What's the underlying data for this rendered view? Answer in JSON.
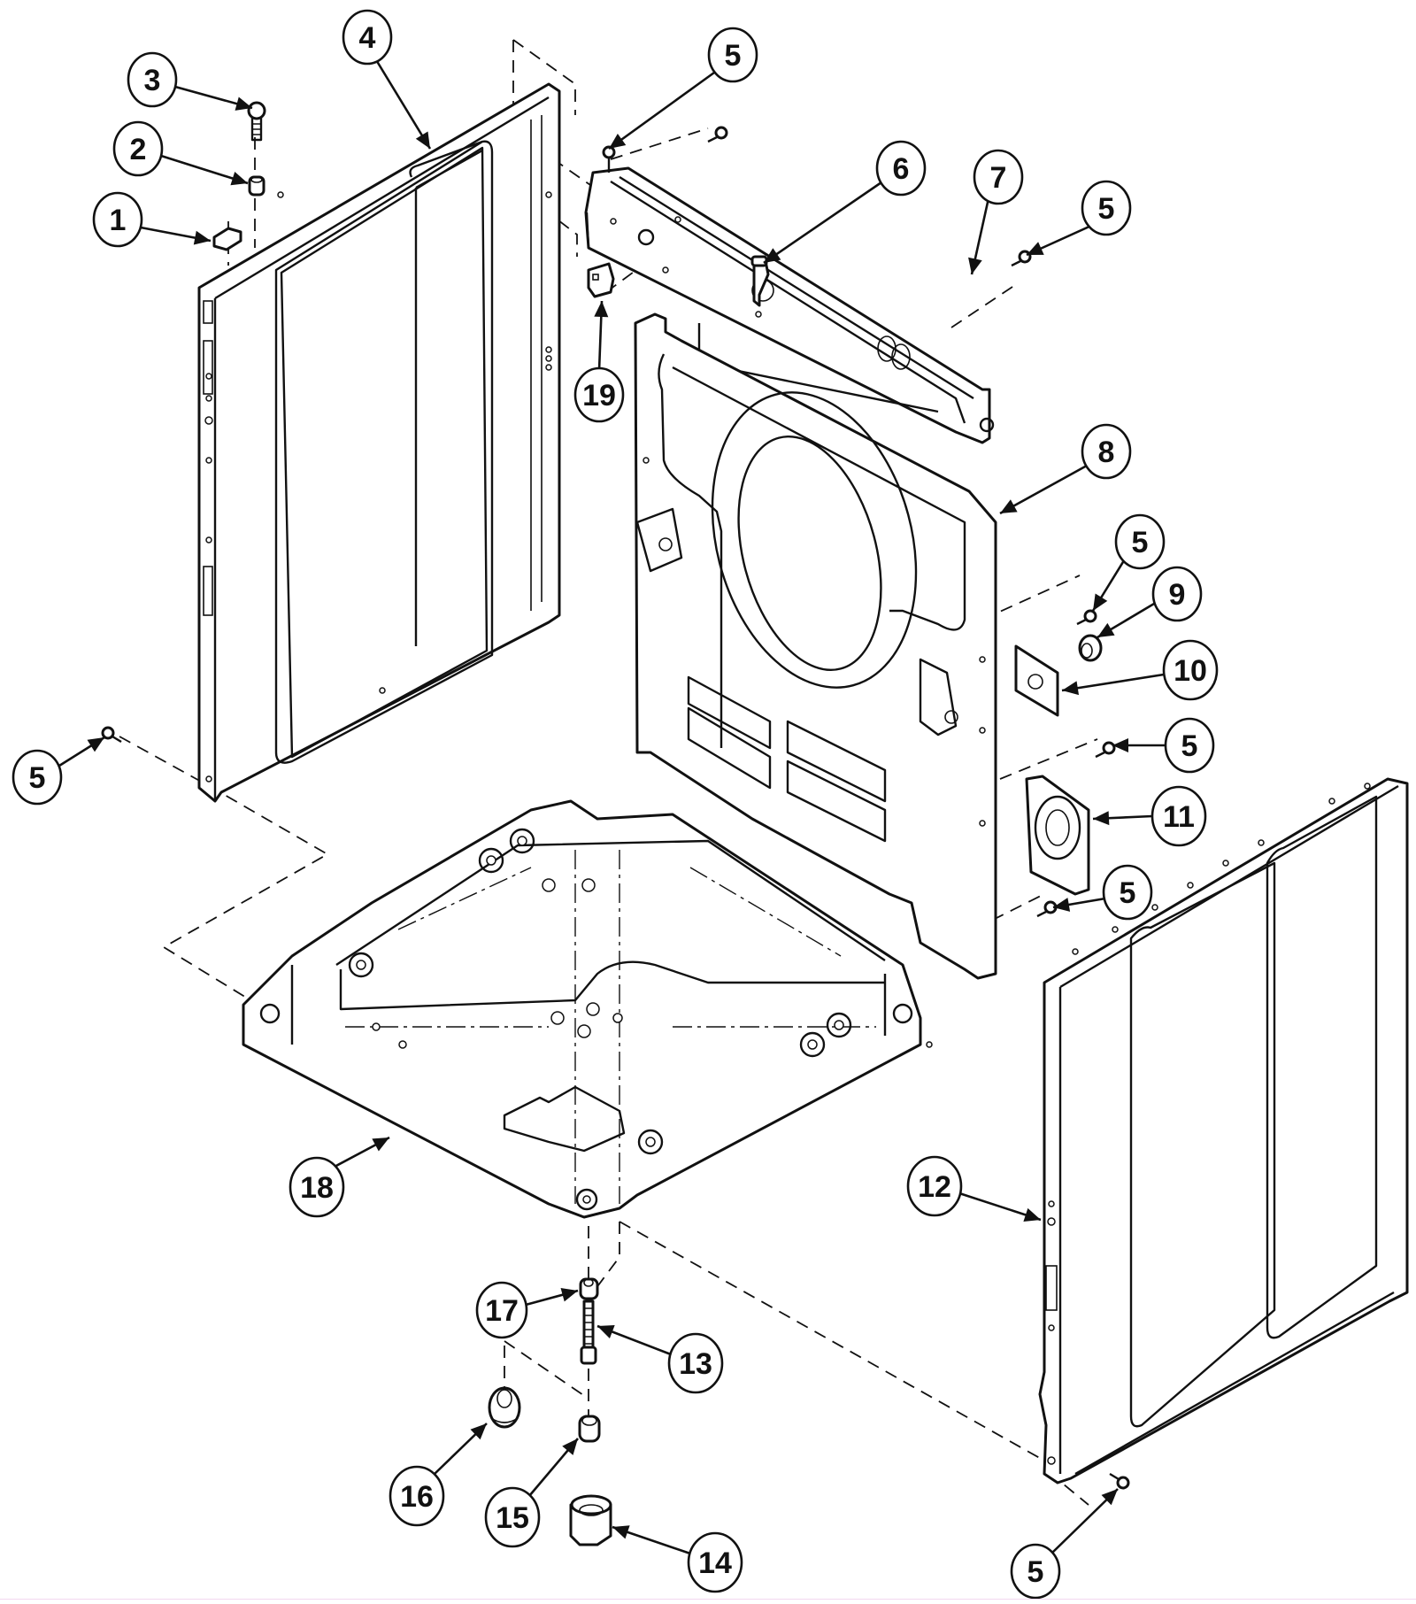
{
  "diagram": {
    "title": "Cabinet / Base exploded parts view",
    "line_color": "#111111",
    "background_color": "#ffffff",
    "parts": [
      {
        "number": "1",
        "component": "pad / spacer block"
      },
      {
        "number": "2",
        "component": "spacer bushing"
      },
      {
        "number": "3",
        "component": "screw"
      },
      {
        "number": "4",
        "component": "left side panel"
      },
      {
        "number": "5",
        "component": "screw (multiple)"
      },
      {
        "number": "6",
        "component": "top rear brace"
      },
      {
        "number": "7",
        "component": "bracket clip"
      },
      {
        "number": "8",
        "component": "rear panel"
      },
      {
        "number": "9",
        "component": "bushing"
      },
      {
        "number": "10",
        "component": "mounting plate"
      },
      {
        "number": "11",
        "component": "bracket housing"
      },
      {
        "number": "12",
        "component": "right side panel"
      },
      {
        "number": "13",
        "component": "leveling leg bolt"
      },
      {
        "number": "14",
        "component": "leveling foot"
      },
      {
        "number": "15",
        "component": "nut / collar"
      },
      {
        "number": "16",
        "component": "rubber foot"
      },
      {
        "number": "17",
        "component": "jam nut"
      },
      {
        "number": "18",
        "component": "base frame"
      },
      {
        "number": "19",
        "component": "clip / connector"
      }
    ],
    "callouts": [
      {
        "label": "3",
        "target": "screw-top"
      },
      {
        "label": "4",
        "target": "left-panel"
      },
      {
        "label": "2",
        "target": "spacer"
      },
      {
        "label": "1",
        "target": "pad"
      },
      {
        "label": "5",
        "target": "screw-brace-left"
      },
      {
        "label": "6",
        "target": "top-brace"
      },
      {
        "label": "7",
        "target": "bracket-clip"
      },
      {
        "label": "5",
        "target": "screw-bracket-clip"
      },
      {
        "label": "19",
        "target": "clip-connector"
      },
      {
        "label": "8",
        "target": "rear-panel"
      },
      {
        "label": "5",
        "target": "screw-plate"
      },
      {
        "label": "9",
        "target": "bushing"
      },
      {
        "label": "10",
        "target": "mounting-plate"
      },
      {
        "label": "5",
        "target": "screw-housing"
      },
      {
        "label": "11",
        "target": "bracket-housing"
      },
      {
        "label": "5",
        "target": "screw-lower-rear"
      },
      {
        "label": "5",
        "target": "screw-left-panel"
      },
      {
        "label": "12",
        "target": "right-panel"
      },
      {
        "label": "18",
        "target": "base-frame"
      },
      {
        "label": "17",
        "target": "jam-nut"
      },
      {
        "label": "13",
        "target": "leg-bolt"
      },
      {
        "label": "16",
        "target": "rubber-foot"
      },
      {
        "label": "15",
        "target": "collar"
      },
      {
        "label": "14",
        "target": "leveling-foot"
      },
      {
        "label": "5",
        "target": "screw-right-panel"
      }
    ]
  }
}
